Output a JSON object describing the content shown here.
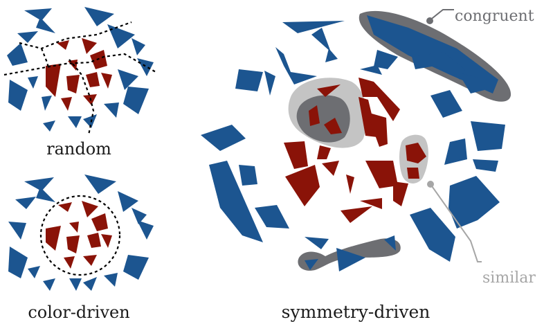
{
  "captions": {
    "random": "random",
    "color_driven": "color-driven",
    "symmetry_driven": "symmetry-driven"
  },
  "annotations": {
    "congruent": "congruent",
    "similar": "similar"
  },
  "colors": {
    "blue": "#1c5590",
    "red": "#8a1308",
    "dark_gray": "#6d6e72",
    "light_gray": "#c4c4c4",
    "similar_text": "#a6a6a6"
  }
}
